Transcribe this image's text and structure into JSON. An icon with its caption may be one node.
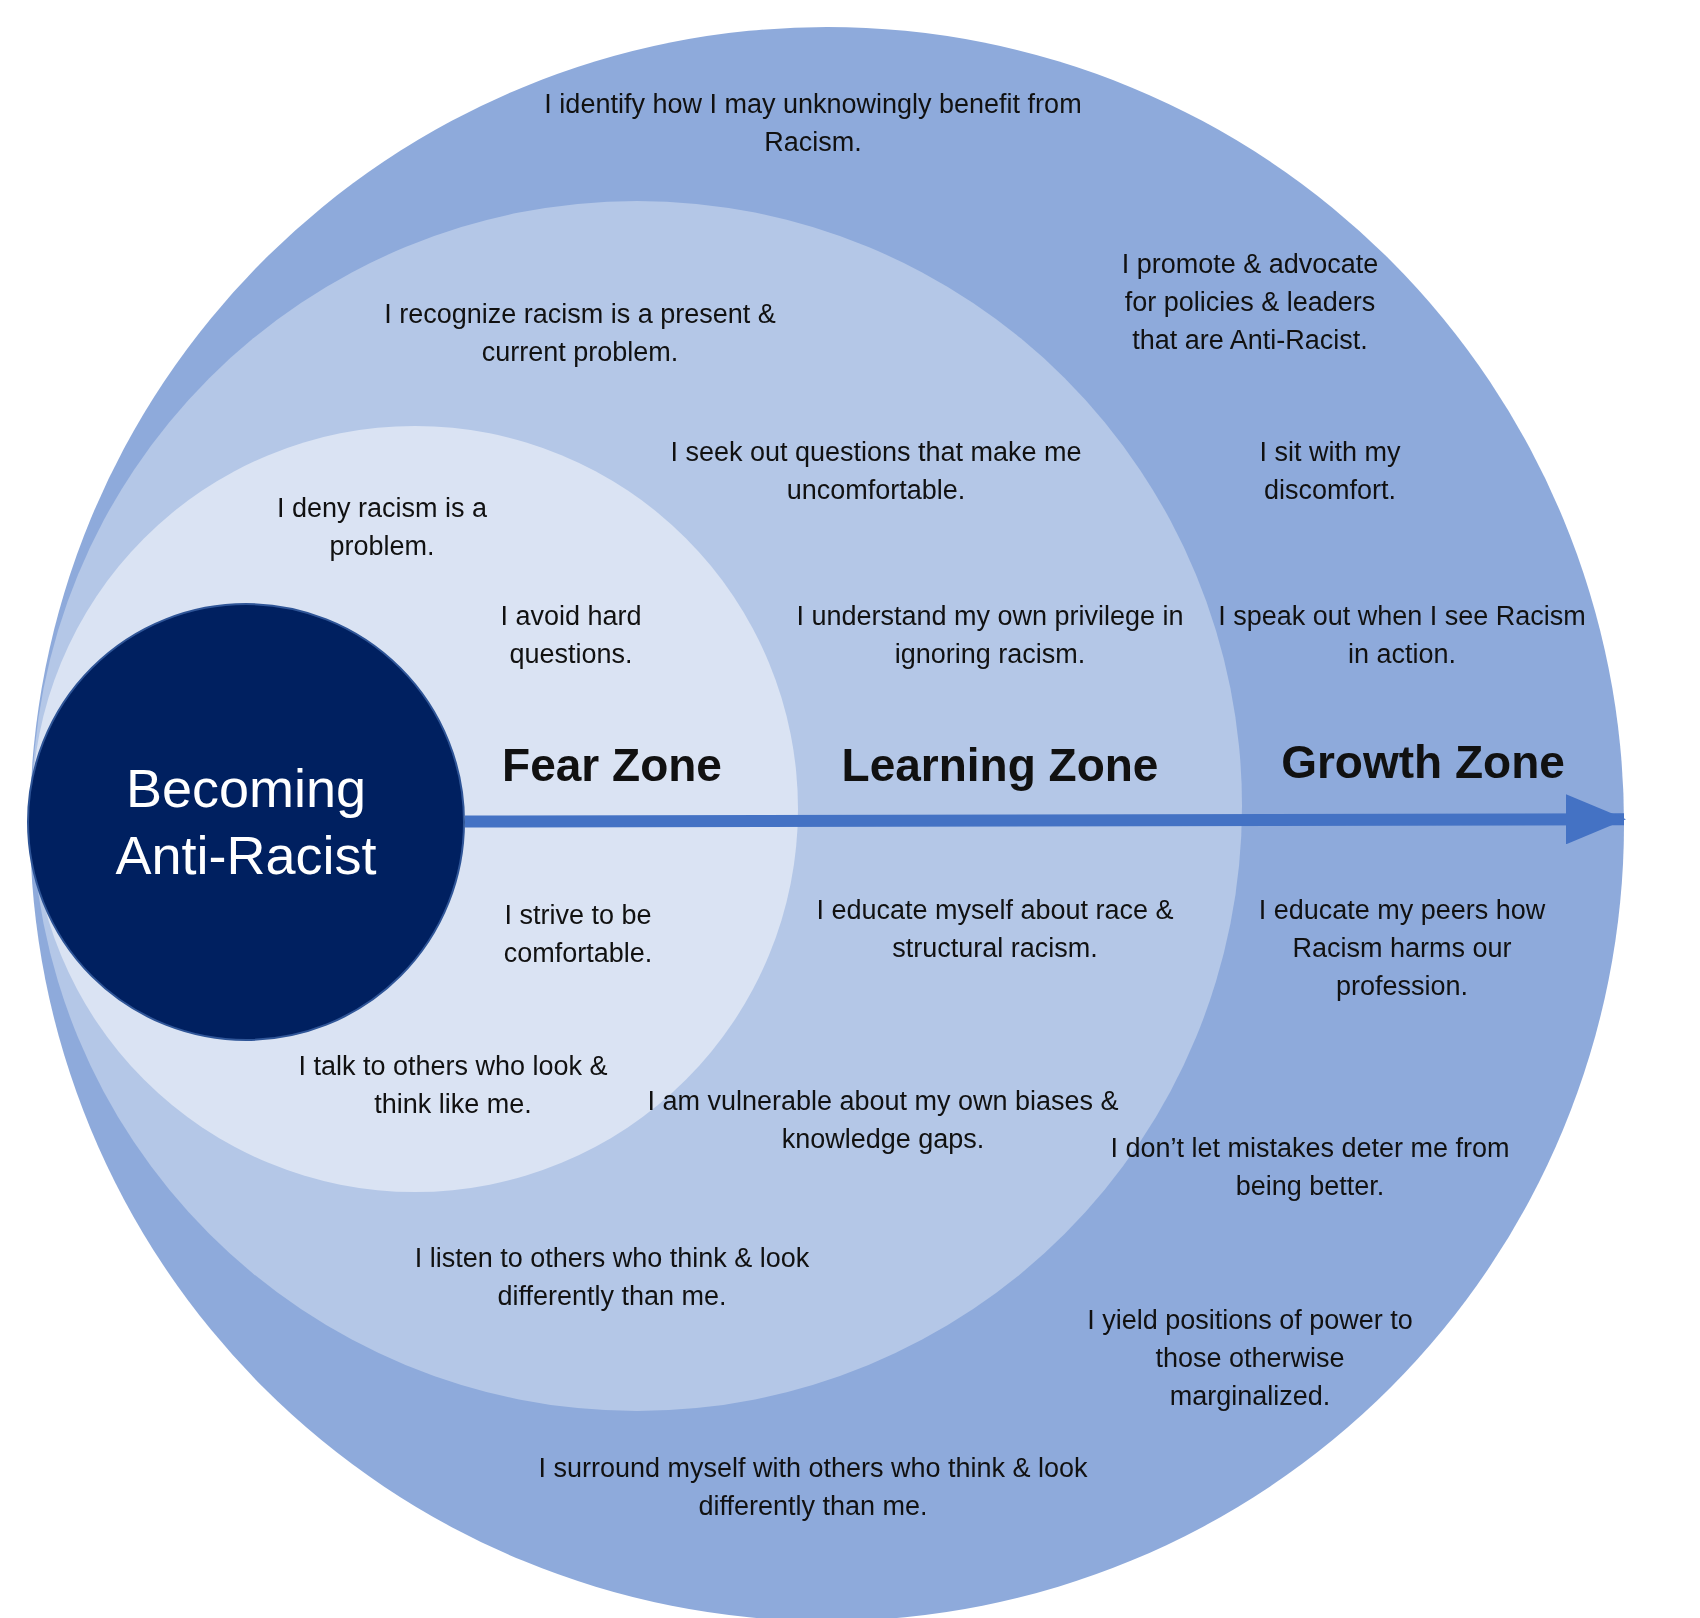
{
  "diagram": {
    "nodes": [
      {
        "text": [
          "I identify how I may unknowingly benefit from Racism.",
          "I promote & advocate for policies & leaders that are Anti-Racist.",
          "I sit with my discomfort.",
          "I speak out when I see Racism in action.",
          "Growth Zone",
          "I educate my peers how Racism harms our profession.",
          "I don’t let mistakes deter me from being better.",
          "I yield positions of power to those otherwise marginalized.",
          "I surround myself with others who think & look differently than me."
        ]
      },
      {
        "text": [
          "I recognize racism is a present & current problem.",
          "I seek out questions that make me uncomfortable.",
          "I understand my own privilege in ignoring racism.",
          "Learning Zone",
          "I educate myself about race & structural racism.",
          "I am vulnerable about my own biases & knowledge gaps.",
          "I listen to others who think & look differently than me."
        ],
        "in": 0
      },
      {
        "text": [
          "I deny racism is a problem.",
          "I avoid hard questions.",
          "Fear Zone",
          "I strive to be comfortable.",
          "I talk to others who look & think like me."
        ],
        "in": 1
      },
      {
        "text": [
          "Becoming Anti-Racist"
        ],
        "in": 2
      }
    ],
    "edges": [
      {
        "from": 3,
        "to": 0,
        "arrow": "to"
      }
    ]
  }
}
